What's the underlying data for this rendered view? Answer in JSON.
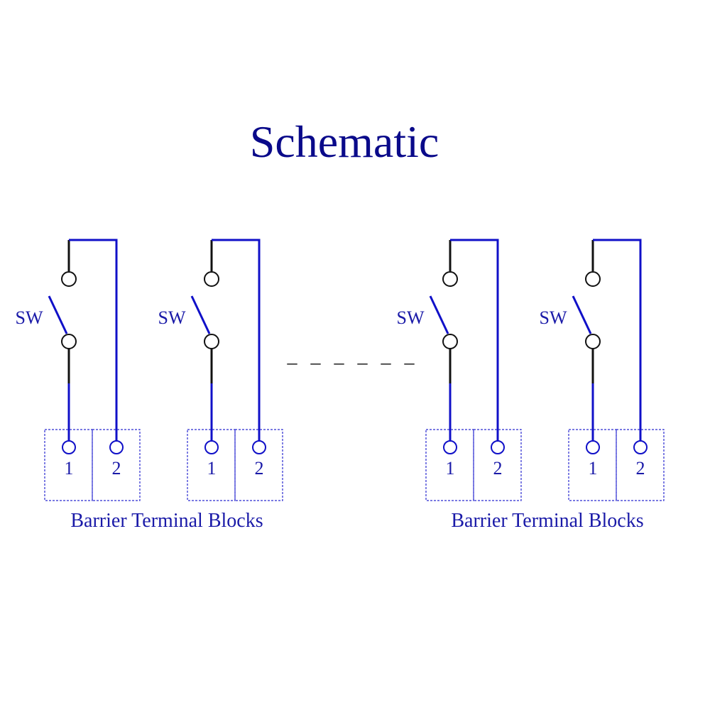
{
  "title": "Schematic",
  "colors": {
    "title": "#0a0a8a",
    "text": "#1a1aa8",
    "wire_blue": "#1010c8",
    "wire_black": "#111111",
    "terminal_box": "#2a2ad0"
  },
  "switch_label": "SW",
  "ellipsis": "_ _ _ _ _ _",
  "terminals": [
    "1",
    "2"
  ],
  "group_caption": "Barrier Terminal Blocks",
  "circuits": [
    {
      "switch_label": "SW",
      "terminals": [
        "1",
        "2"
      ]
    },
    {
      "switch_label": "SW",
      "terminals": [
        "1",
        "2"
      ]
    },
    {
      "switch_label": "SW",
      "terminals": [
        "1",
        "2"
      ]
    },
    {
      "switch_label": "SW",
      "terminals": [
        "1",
        "2"
      ]
    }
  ],
  "captions": [
    "Barrier Terminal Blocks",
    "Barrier Terminal Blocks"
  ]
}
